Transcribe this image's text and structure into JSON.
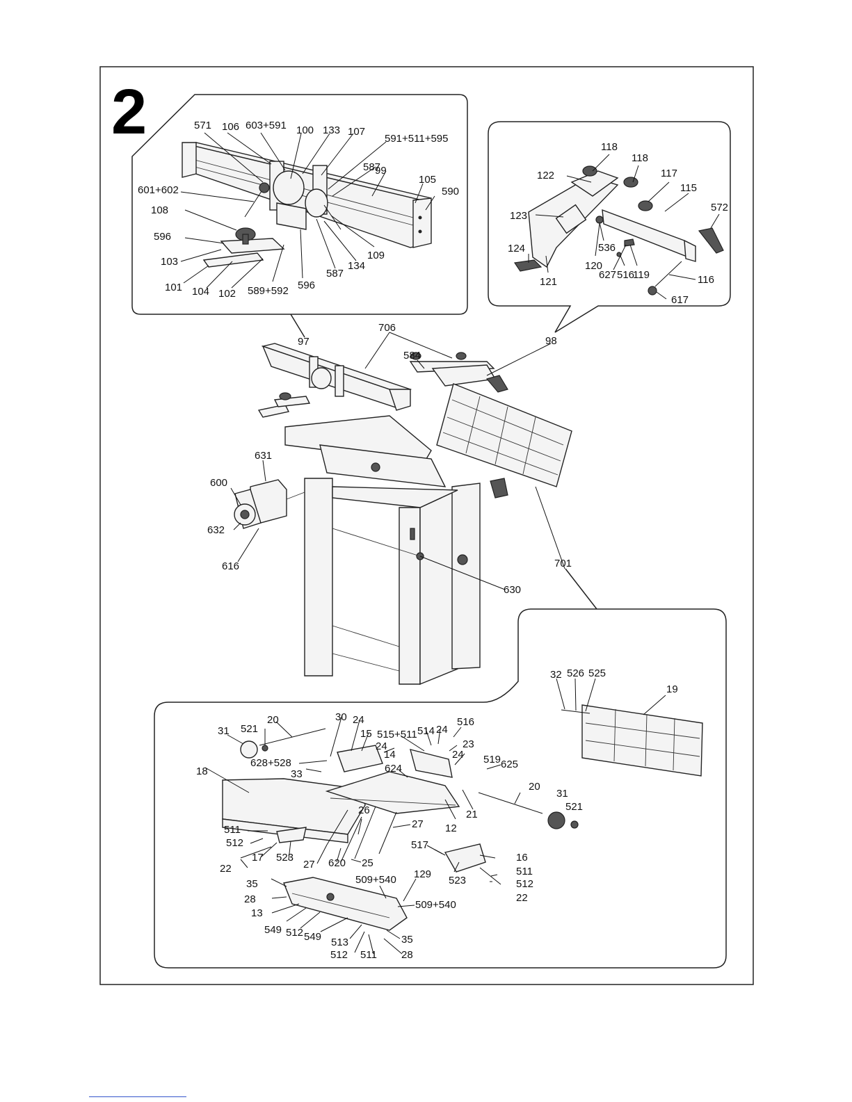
{
  "figure_number": "2",
  "labels": [
    "571",
    "106",
    "603+591",
    "100",
    "133",
    "107",
    "591+511+595",
    "587",
    "99",
    "105",
    "590",
    "601+602",
    "108",
    "596",
    "103",
    "101",
    "104",
    "102",
    "589+592",
    "596",
    "587",
    "134",
    "109",
    "118",
    "118",
    "122",
    "117",
    "115",
    "572",
    "123",
    "124",
    "121",
    "120",
    "536",
    "627",
    "516",
    "119",
    "116",
    "617",
    "97",
    "706",
    "98",
    "584",
    "631",
    "600",
    "632",
    "616",
    "630",
    "701",
    "32",
    "526",
    "525",
    "19",
    "30",
    "24",
    "515+511",
    "514",
    "24",
    "516",
    "23",
    "31",
    "521",
    "20",
    "15",
    "24",
    "14",
    "24",
    "628+528",
    "33",
    "18",
    "624",
    "519",
    "625",
    "20",
    "31",
    "521",
    "21",
    "12",
    "26",
    "27",
    "511",
    "512",
    "17",
    "523",
    "27",
    "620",
    "25",
    "22",
    "517",
    "16",
    "523",
    "511",
    "512",
    "22",
    "35",
    "509+540",
    "129",
    "28",
    "13",
    "509+540",
    "549",
    "512",
    "549",
    "513",
    "35",
    "512",
    "511",
    "28"
  ],
  "icons": {
    "callout_top_left": "callout-balloon",
    "callout_top_right": "callout-balloon",
    "callout_bottom": "callout-balloon"
  }
}
